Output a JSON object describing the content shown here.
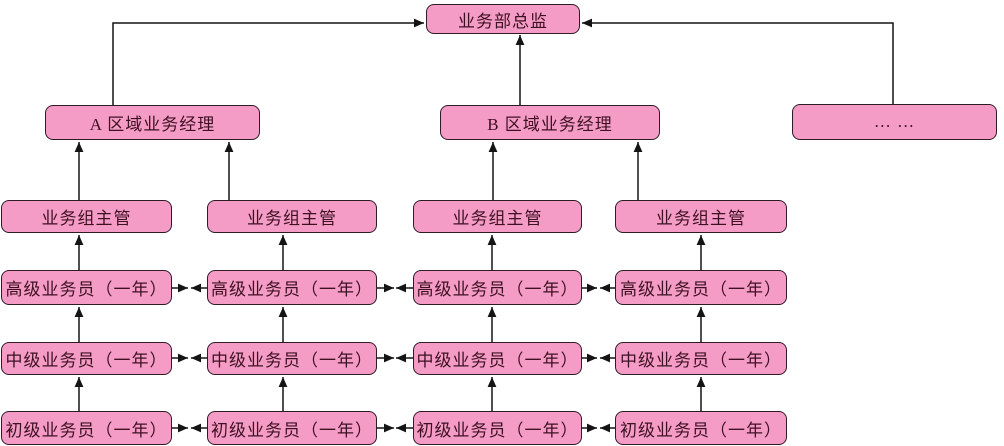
{
  "colors": {
    "box_fill": "#F59CC6",
    "box_border": "#2E1B26",
    "text_color": "#3D1022",
    "arrow_color": "#141414",
    "background": "#FFFFFF"
  },
  "org_chart": {
    "director": {
      "label": "业务部总监"
    },
    "managers": [
      {
        "label": "A 区域业务经理"
      },
      {
        "label": "B 区域业务经理"
      },
      {
        "label": "… …"
      }
    ],
    "supervisors": [
      {
        "label": "业务组主管"
      },
      {
        "label": "业务组主管"
      },
      {
        "label": "业务组主管"
      },
      {
        "label": "业务组主管"
      }
    ],
    "senior_reps": [
      {
        "label": "高级业务员（一年）"
      },
      {
        "label": "高级业务员（一年）"
      },
      {
        "label": "高级业务员（一年）"
      },
      {
        "label": "高级业务员（一年）"
      }
    ],
    "mid_reps": [
      {
        "label": "中级业务员（一年）"
      },
      {
        "label": "中级业务员（一年）"
      },
      {
        "label": "中级业务员（一年）"
      },
      {
        "label": "中级业务员（一年）"
      }
    ],
    "junior_reps": [
      {
        "label": "初级业务员（一年）"
      },
      {
        "label": "初级业务员（一年）"
      },
      {
        "label": "初级业务员（一年）"
      },
      {
        "label": "初级业务员（一年）"
      }
    ]
  }
}
